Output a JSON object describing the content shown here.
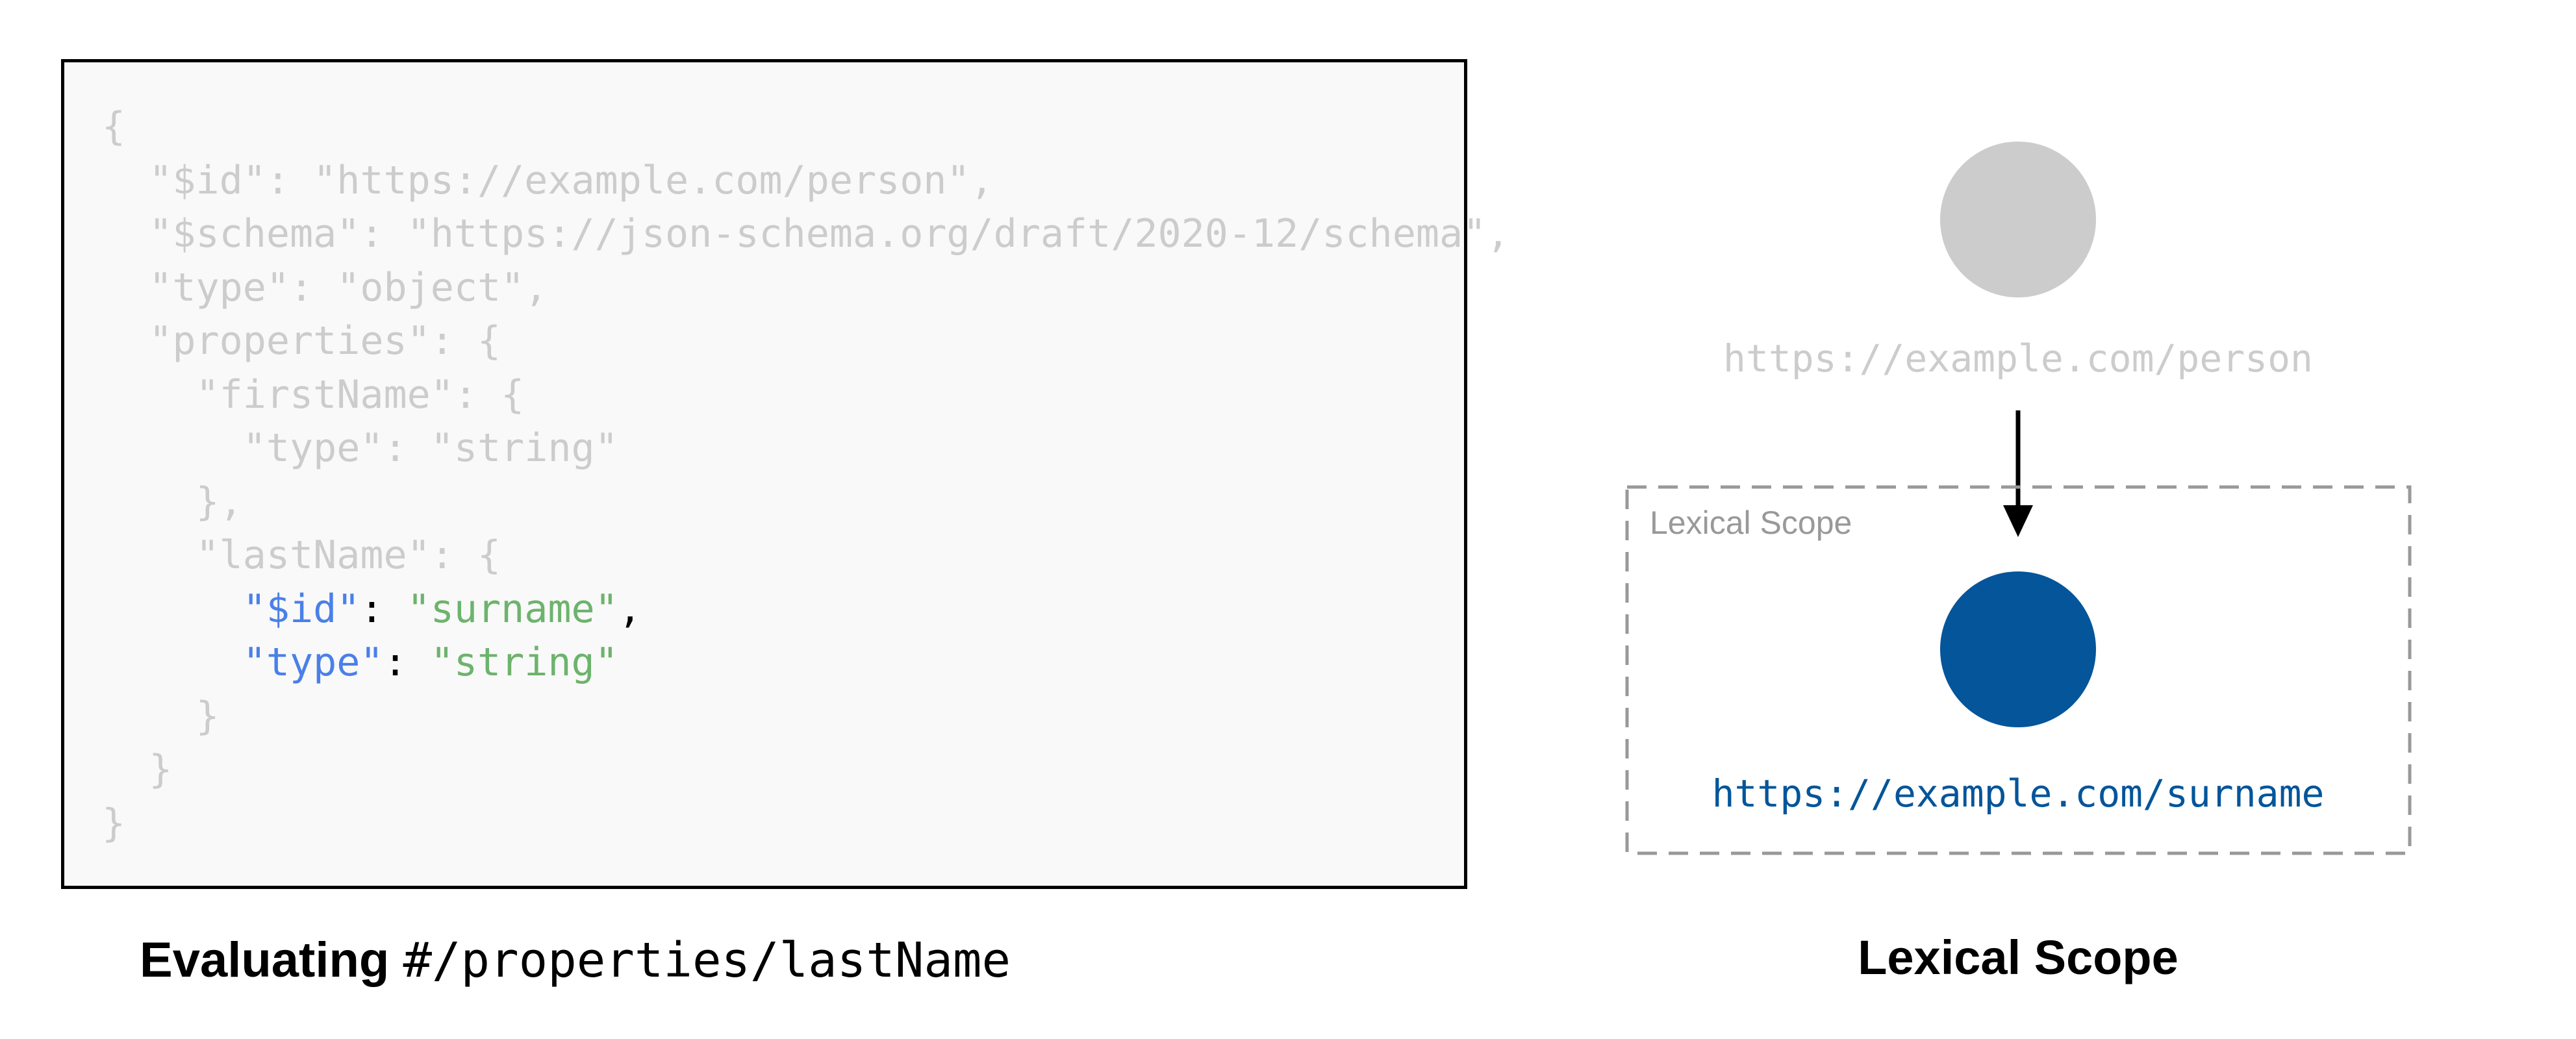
{
  "code": {
    "lines": [
      {
        "indent": 0,
        "text": "{"
      },
      {
        "indent": 1,
        "text": "\"$id\": \"https://example.com/person\","
      },
      {
        "indent": 1,
        "text": "\"$schema\": \"https://json-schema.org/draft/2020-12/schema\","
      },
      {
        "indent": 1,
        "text": "\"type\": \"object\","
      },
      {
        "indent": 1,
        "text": "\"properties\": {"
      },
      {
        "indent": 2,
        "text": "\"firstName\": {"
      },
      {
        "indent": 3,
        "text": "\"type\": \"string\""
      },
      {
        "indent": 2,
        "text": "},"
      },
      {
        "indent": 2,
        "text": "\"lastName\": {"
      },
      {
        "indent": 3,
        "key": "\"$id\"",
        "sep": ": ",
        "value": "\"surname\"",
        "tail": ",",
        "highlight": true
      },
      {
        "indent": 3,
        "key": "\"type\"",
        "sep": ": ",
        "value": "\"string\"",
        "tail": "",
        "highlight": true
      },
      {
        "indent": 2,
        "text": "}"
      },
      {
        "indent": 1,
        "text": "}"
      },
      {
        "indent": 0,
        "text": "}"
      }
    ]
  },
  "caption": {
    "bold": "Evaluating",
    "pointer": "#/properties/lastName"
  },
  "diagram": {
    "parent_uri": "https://example.com/person",
    "scope_label": "Lexical Scope",
    "child_uri": "https://example.com/surname",
    "title": "Lexical Scope"
  },
  "colors": {
    "faded": "#cccccc",
    "key": "#4a80e8",
    "string": "#6db36d",
    "node_active": "#04559a",
    "scope_border": "#999999"
  }
}
